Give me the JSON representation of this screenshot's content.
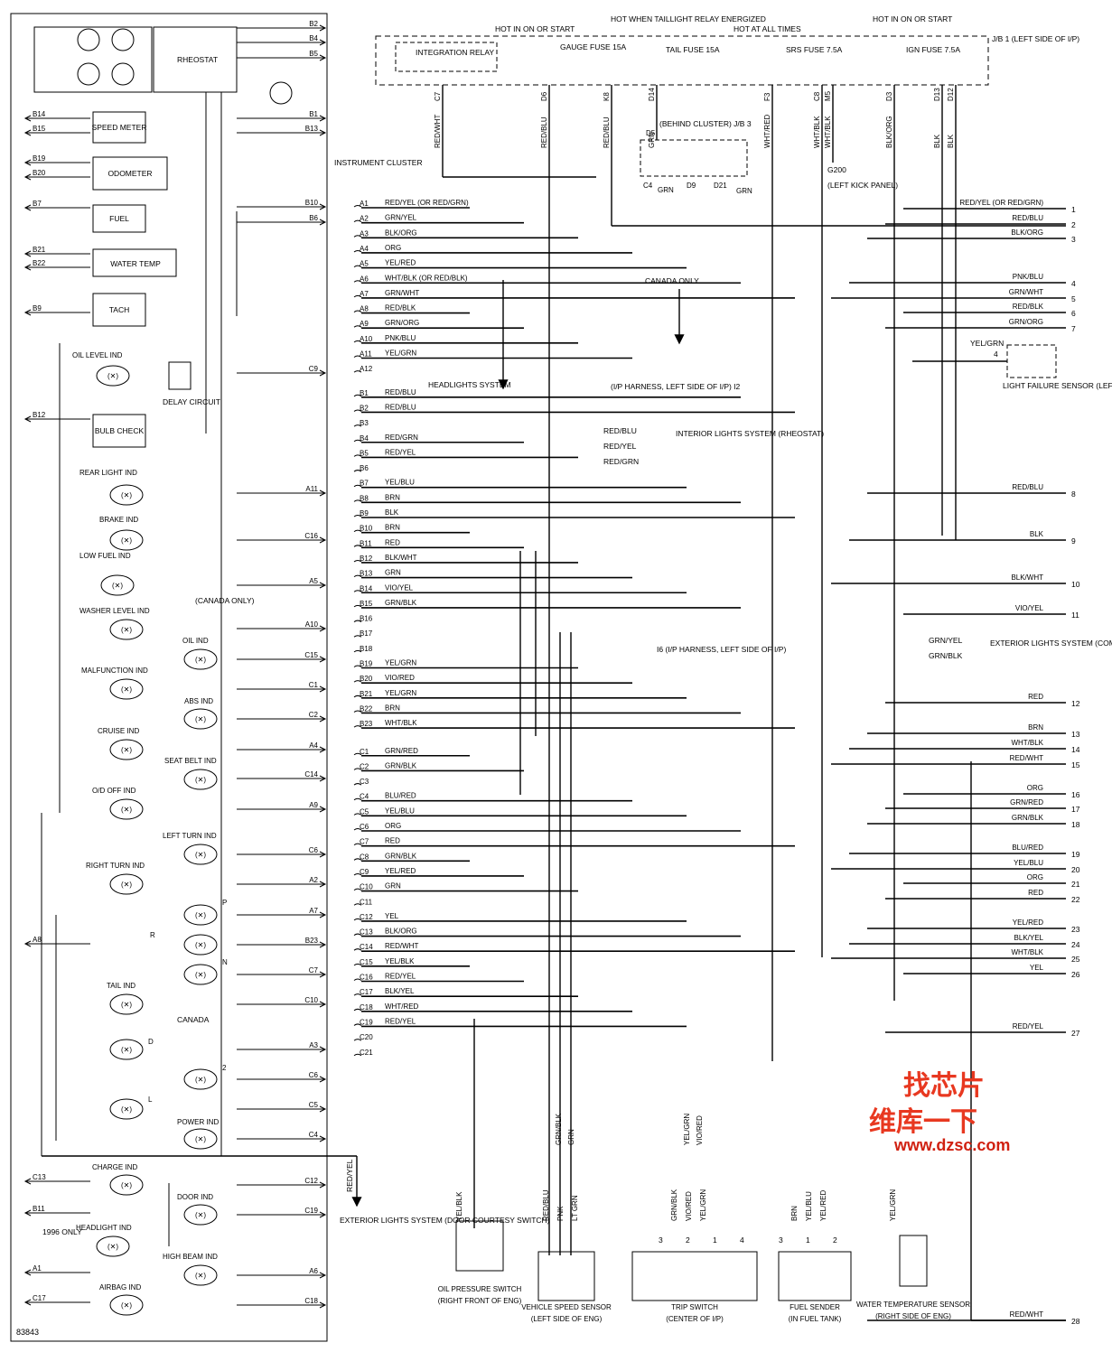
{
  "figure_id": "83843",
  "panel": {
    "rheostat": "RHEOSTAT",
    "speedometer": "SPEED METER",
    "odometer": "ODOMETER",
    "fuel": "FUEL",
    "water_temp": "WATER TEMP",
    "tach": "TACH",
    "delay_circuit": "DELAY CIRCUIT",
    "bulb_check": "BULB CHECK",
    "canada_only": "(CANADA ONLY)",
    "canada": "CANADA",
    "only_1996": "1996 ONLY",
    "left_pins": [
      "B14",
      "B15",
      "B19",
      "B20",
      "B7",
      "B21",
      "B22",
      "B9",
      "B12",
      "C13",
      "B11",
      "A1",
      "C17",
      "A8"
    ],
    "right_pins": [
      "B2",
      "B4",
      "B5",
      "B1",
      "B13",
      "B10",
      "B6",
      "C9",
      "A11",
      "C16",
      "A5",
      "A10",
      "C15",
      "C1",
      "C2",
      "A4",
      "C14",
      "A9",
      "C6",
      "A2",
      "A7",
      "B23",
      "C7",
      "C10",
      "A3",
      "C6",
      "C5",
      "C4",
      "C12",
      "C19",
      "A6",
      "C18"
    ],
    "indicators": [
      "OIL LEVEL IND",
      "REAR LIGHT IND",
      "BRAKE IND",
      "LOW FUEL IND",
      "WASHER LEVEL IND",
      "OIL IND",
      "MALFUNCTION IND",
      "ABS IND",
      "CRUISE IND",
      "SEAT BELT IND",
      "O/D OFF IND",
      "LEFT TURN IND",
      "RIGHT TURN IND",
      "P",
      "R",
      "N",
      "TAIL IND",
      "D",
      "2",
      "L",
      "POWER IND",
      "CHARGE IND",
      "DOOR IND",
      "HEADLIGHT IND",
      "HIGH BEAM IND",
      "AIRBAG IND"
    ]
  },
  "jb1": {
    "title": "J/B 1 (LEFT SIDE OF I/P)",
    "hot_labels": [
      "HOT IN ON OR START",
      "HOT WHEN TAILLIGHT RELAY ENERGIZED",
      "HOT AT ALL TIMES",
      "HOT IN ON OR START"
    ],
    "integration_relay": "INTEGRATION RELAY",
    "fuses": [
      "GAUGE FUSE 15A",
      "TAIL FUSE 15A",
      "SRS FUSE 7.5A",
      "IGN FUSE 7.5A"
    ],
    "pins": [
      "C7",
      "D6",
      "K8",
      "D14",
      "F3",
      "C8",
      "M5",
      "D3",
      "D13",
      "D12"
    ],
    "wires": [
      "RED/WHT",
      "RED/BLU",
      "RED/BLU",
      "GRN",
      "WHT/RED",
      "WHT/BLK",
      "WHT/BLK",
      "BLK/ORG",
      "BLK",
      "BLK"
    ]
  },
  "jb3": {
    "title": "(BEHIND CLUSTER) J/B 3",
    "pins": [
      "D5",
      "C4",
      "D9",
      "D21"
    ],
    "wires": [
      "GRN",
      "GRN"
    ]
  },
  "ground": {
    "label": "G200",
    "note": "(LEFT KICK PANEL)"
  },
  "cluster": {
    "title": "INSTRUMENT CLUSTER",
    "rows": [
      {
        "pin": "A1",
        "wire": "RED/YEL (OR RED/GRN)"
      },
      {
        "pin": "A2",
        "wire": "GRN/YEL"
      },
      {
        "pin": "A3",
        "wire": "BLK/ORG"
      },
      {
        "pin": "A4",
        "wire": "ORG"
      },
      {
        "pin": "A5",
        "wire": "YEL/RED"
      },
      {
        "pin": "A6",
        "wire": "WHT/BLK (OR RED/BLK)"
      },
      {
        "pin": "A7",
        "wire": "GRN/WHT"
      },
      {
        "pin": "A8",
        "wire": "RED/BLK"
      },
      {
        "pin": "A9",
        "wire": "GRN/ORG"
      },
      {
        "pin": "A10",
        "wire": "PNK/BLU"
      },
      {
        "pin": "A11",
        "wire": "YEL/GRN"
      },
      {
        "pin": "A12",
        "wire": ""
      },
      {
        "pin": "B1",
        "wire": "RED/BLU"
      },
      {
        "pin": "B2",
        "wire": "RED/BLU"
      },
      {
        "pin": "B3",
        "wire": ""
      },
      {
        "pin": "B4",
        "wire": "RED/GRN"
      },
      {
        "pin": "B5",
        "wire": "RED/YEL"
      },
      {
        "pin": "B6",
        "wire": ""
      },
      {
        "pin": "B7",
        "wire": "YEL/BLU"
      },
      {
        "pin": "B8",
        "wire": "BRN"
      },
      {
        "pin": "B9",
        "wire": "BLK"
      },
      {
        "pin": "B10",
        "wire": "BRN"
      },
      {
        "pin": "B11",
        "wire": "RED"
      },
      {
        "pin": "B12",
        "wire": "BLK/WHT"
      },
      {
        "pin": "B13",
        "wire": "GRN"
      },
      {
        "pin": "B14",
        "wire": "VIO/YEL"
      },
      {
        "pin": "B15",
        "wire": "GRN/BLK"
      },
      {
        "pin": "B16",
        "wire": ""
      },
      {
        "pin": "B17",
        "wire": ""
      },
      {
        "pin": "B18",
        "wire": ""
      },
      {
        "pin": "B19",
        "wire": "YEL/GRN"
      },
      {
        "pin": "B20",
        "wire": "VIO/RED"
      },
      {
        "pin": "B21",
        "wire": "YEL/GRN"
      },
      {
        "pin": "B22",
        "wire": "BRN"
      },
      {
        "pin": "B23",
        "wire": "WHT/BLK"
      },
      {
        "pin": "C1",
        "wire": "GRN/RED"
      },
      {
        "pin": "C2",
        "wire": "GRN/BLK"
      },
      {
        "pin": "C3",
        "wire": ""
      },
      {
        "pin": "C4",
        "wire": "BLU/RED"
      },
      {
        "pin": "C5",
        "wire": "YEL/BLU"
      },
      {
        "pin": "C6",
        "wire": "ORG"
      },
      {
        "pin": "C7",
        "wire": "RED"
      },
      {
        "pin": "C8",
        "wire": "GRN/BLK"
      },
      {
        "pin": "C9",
        "wire": "YEL/RED"
      },
      {
        "pin": "C10",
        "wire": "GRN"
      },
      {
        "pin": "C11",
        "wire": ""
      },
      {
        "pin": "C12",
        "wire": "YEL"
      },
      {
        "pin": "C13",
        "wire": "BLK/ORG"
      },
      {
        "pin": "C14",
        "wire": "RED/WHT"
      },
      {
        "pin": "C15",
        "wire": "YEL/BLK"
      },
      {
        "pin": "C16",
        "wire": "RED/YEL"
      },
      {
        "pin": "C17",
        "wire": "BLK/YEL"
      },
      {
        "pin": "C18",
        "wire": "WHT/RED"
      },
      {
        "pin": "C19",
        "wire": "RED/YEL"
      },
      {
        "pin": "C20",
        "wire": ""
      },
      {
        "pin": "C21",
        "wire": ""
      }
    ]
  },
  "outputs": [
    {
      "wire": "RED/YEL (OR RED/GRN)",
      "num": "1"
    },
    {
      "wire": "RED/BLU",
      "num": "2"
    },
    {
      "wire": "BLK/ORG",
      "num": "3"
    },
    {
      "wire": "PNK/BLU",
      "num": "4"
    },
    {
      "wire": "GRN/WHT",
      "num": "5"
    },
    {
      "wire": "RED/BLK",
      "num": "6"
    },
    {
      "wire": "GRN/ORG",
      "num": "7"
    },
    {
      "wire": "RED/BLU",
      "num": "8"
    },
    {
      "wire": "BLK",
      "num": "9"
    },
    {
      "wire": "BLK/WHT",
      "num": "10"
    },
    {
      "wire": "VIO/YEL",
      "num": "11"
    },
    {
      "wire": "RED",
      "num": "12"
    },
    {
      "wire": "BRN",
      "num": "13"
    },
    {
      "wire": "WHT/BLK",
      "num": "14"
    },
    {
      "wire": "RED/WHT",
      "num": "15"
    },
    {
      "wire": "ORG",
      "num": "16"
    },
    {
      "wire": "GRN/RED",
      "num": "17"
    },
    {
      "wire": "GRN/BLK",
      "num": "18"
    },
    {
      "wire": "BLU/RED",
      "num": "19"
    },
    {
      "wire": "YEL/BLU",
      "num": "20"
    },
    {
      "wire": "ORG",
      "num": "21"
    },
    {
      "wire": "RED",
      "num": "22"
    },
    {
      "wire": "YEL/RED",
      "num": "23"
    },
    {
      "wire": "BLK/YEL",
      "num": "24"
    },
    {
      "wire": "WHT/BLK",
      "num": "25"
    },
    {
      "wire": "YEL",
      "num": "26"
    },
    {
      "wire": "RED/YEL",
      "num": "27"
    },
    {
      "wire": "RED/WHT",
      "num": "28"
    }
  ],
  "annotations": {
    "canada_only": "CANADA ONLY",
    "headlights_system": "HEADLIGHTS SYSTEM",
    "i2": "(I/P HARNESS, LEFT SIDE OF I/P) I2",
    "interior_lights": "INTERIOR LIGHTS SYSTEM (RHEOSTAT)",
    "interior_wires": [
      "RED/BLU",
      "RED/YEL",
      "RED/GRN"
    ],
    "i6": "I6 (I/P HARNESS, LEFT SIDE OF I/P)",
    "exterior_lights_combination": "EXTERIOR LIGHTS SYSTEM (COMBINATION SWITCH)",
    "exterior_wires": [
      "GRN/YEL",
      "GRN/BLK"
    ],
    "light_failure": "LIGHT FAILURE SENSOR (LEFT SIDE OF TRUNK)",
    "light_failure_wire": "YEL/GRN",
    "light_failure_pin": "4",
    "exterior_lights_door": "EXTERIOR LIGHTS SYSTEM (DOOR COURTESY SWITCH)",
    "exterior_door_wire": "RED/YEL"
  },
  "components": [
    {
      "name": "OIL PRESSURE SWITCH (RIGHT FRONT OF ENG)",
      "wires": [
        "YEL/BLK"
      ]
    },
    {
      "name": "VEHICLE SPEED SENSOR (LEFT SIDE OF ENG)",
      "wires": [
        "RED/BLU",
        "PNK",
        "LT GRN"
      ],
      "top_wires": [
        "GRN/BLK",
        "GRN"
      ]
    },
    {
      "name": "TRIP SWITCH (CENTER OF I/P)",
      "wires": [
        "GRN/BLK",
        "VIO/RED",
        "YEL/GRN"
      ],
      "top_wires": [
        "YEL/GRN",
        "VIO/RED"
      ],
      "pins": [
        "3",
        "2",
        "1",
        "4"
      ]
    },
    {
      "name": "FUEL SENDER (IN FUEL TANK)",
      "wires": [
        "BRN",
        "YEL/BLU",
        "YEL/RED"
      ],
      "pins": [
        "3",
        "1",
        "2"
      ]
    },
    {
      "name": "WATER TEMPERATURE SENSOR (RIGHT SIDE OF ENG)",
      "wires": [
        "YEL/GRN"
      ]
    }
  ],
  "watermark": {
    "line1": "找芯片",
    "line2": "维库一下",
    "url": "www.dzsc.com"
  }
}
